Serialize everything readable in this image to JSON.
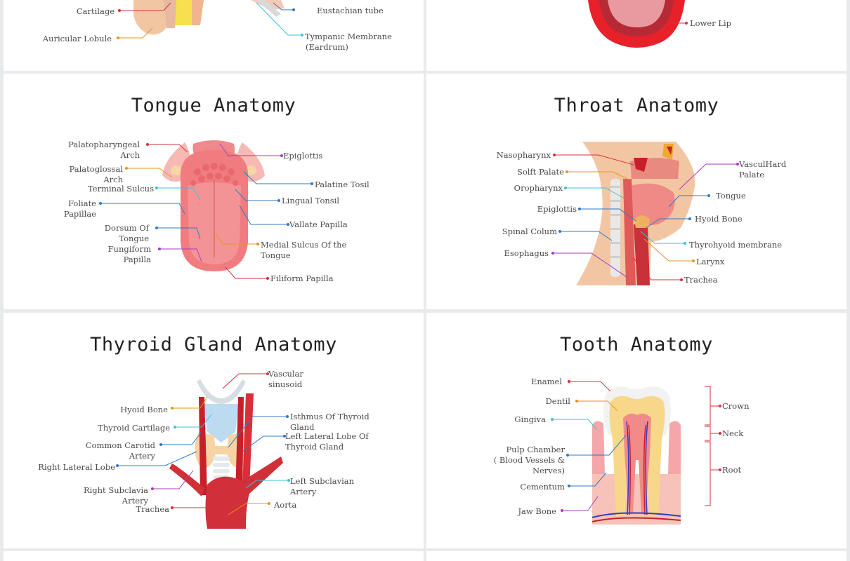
{
  "ear": {
    "labels": {
      "cartilage": "Cartilage",
      "auricular_lobule": "Auricular Lobule",
      "eustachian_tube": "Eustachian tube",
      "tympanic_membrane": "Tympanic Membrane",
      "eardrum": "(Eardrum)"
    }
  },
  "mouth": {
    "labels": {
      "lower_lip": "Lower Lip"
    }
  },
  "tongue": {
    "title": "Tongue Anatomy",
    "labels": {
      "palatopharyngeal_1": "Palatopharyngeal",
      "palatopharyngeal_2": "Arch",
      "palatoglossal_1": "Palatoglossal",
      "palatoglossal_2": "Arch",
      "terminal_sulcus": "Terminal Sulcus",
      "foliate_1": "Foliate",
      "foliate_2": "Papillae",
      "dorsum_1": "Dorsum Of",
      "dorsum_2": "Tongue",
      "fungiform_1": "Fungiform",
      "fungiform_2": "Papilla",
      "epiglottis": "Epiglottis",
      "palatine_tonsil": "Palatine Tosil",
      "lingual_tonsil": "Lingual Tonsil",
      "vallate_papilla": "Vallate Papilla",
      "medial_sulcus_1": "Medial Sulcus Of the",
      "medial_sulcus_2": "Tongue",
      "filiform_papilla": "Filiform Papilla"
    }
  },
  "throat": {
    "title": "Throat Anatomy",
    "labels": {
      "nasopharynx": "Nasopharynx",
      "soft_palate": "Solft Palate",
      "oropharynx": "Oropharynx",
      "epiglottis": "Epiglottis",
      "spinal_column": "Spinal Colum",
      "esophagus": "Esophagus",
      "hard_palate_1": "VasculHard",
      "hard_palate_2": "Palate",
      "tongue": "Tongue",
      "hyoid_bone": "Hyoid Bone",
      "thyrohyoid": "Thyrohyoid membrane",
      "larynx": "Larynx",
      "trachea": "Trachea"
    }
  },
  "thyroid": {
    "title": "Thyroid Gland Anatomy",
    "labels": {
      "vascular_1": "Vascular",
      "vascular_2": "sinusoid",
      "hyoid_bone": "Hyoid Bone",
      "thyroid_cartilage": "Thyroid Cartilage",
      "common_carotid_1": "Common Carotid",
      "common_carotid_2": "Artery",
      "right_lateral_lobe": "Right Lateral Lobe",
      "right_subclavian_1": "Right Subclavia",
      "right_subclavian_2": "Artery",
      "trachea": "Trachea",
      "isthmus_1": "Isthmus Of Thyroid",
      "isthmus_2": "Gland",
      "left_lateral_1": "Left Lateral Lobe Of",
      "left_lateral_2": "Thyroid Gland",
      "left_subclavian_1": "Left Subclavian",
      "left_subclavian_2": "Artery",
      "aorta": "Aorta"
    }
  },
  "tooth": {
    "title": "Tooth Anatomy",
    "labels": {
      "enamel": "Enamel",
      "dentil": "Dentil",
      "gingiva": "Gingiva",
      "pulp_1": "Pulp Chamber",
      "pulp_2": "( Blood Vessels &",
      "pulp_3": "Nerves)",
      "cementum": "Cementum",
      "jaw_bone": "Jaw Bone",
      "crown": "Crown",
      "neck": "Neck",
      "root": "Root"
    }
  },
  "colors": {
    "red": "#d6303c",
    "orange": "#e3951e",
    "cyan": "#3fc0d8",
    "blue": "#2f78c4",
    "purple": "#a63bc0",
    "background": "#e9eaec"
  }
}
